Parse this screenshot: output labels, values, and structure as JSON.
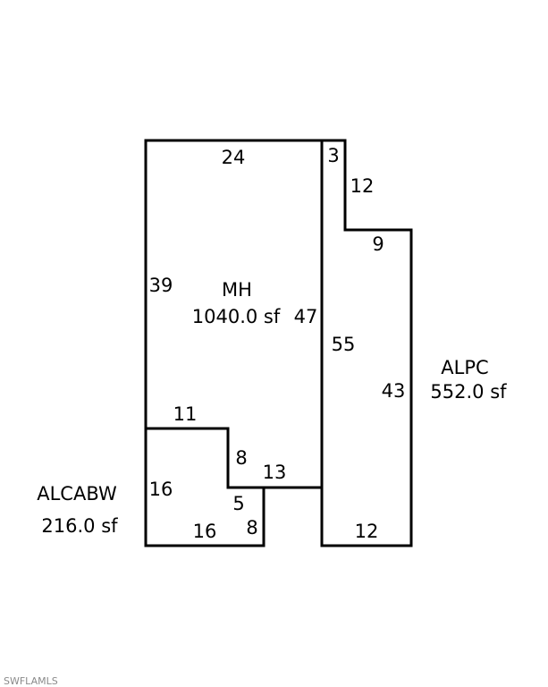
{
  "colors": {
    "background": "#ffffff",
    "outline": "#000000",
    "text": "#000000",
    "watermark": "#8a8a8a"
  },
  "areas": {
    "mh": {
      "code": "MH",
      "area": "1040.0 sf"
    },
    "alpc": {
      "code": "ALPC",
      "area": "552.0 sf"
    },
    "alcabw": {
      "code": "ALCABW",
      "area": "216.0 sf"
    }
  },
  "dimensions": {
    "mh_top": "24",
    "mh_left": "39",
    "mh_right": "47",
    "mh_notch_top": "11",
    "mh_notch_side": "8",
    "mh_bottom": "13",
    "alpc_top": "3",
    "alpc_step_side": "12",
    "alpc_step_top": "9",
    "alpc_left": "55",
    "alpc_right": "43",
    "alpc_bottom": "12",
    "alcabw_left": "16",
    "alcabw_bottom": "16",
    "alcabw_right": "8",
    "alcabw_step": "5"
  },
  "watermark": "SWFLAMLS"
}
